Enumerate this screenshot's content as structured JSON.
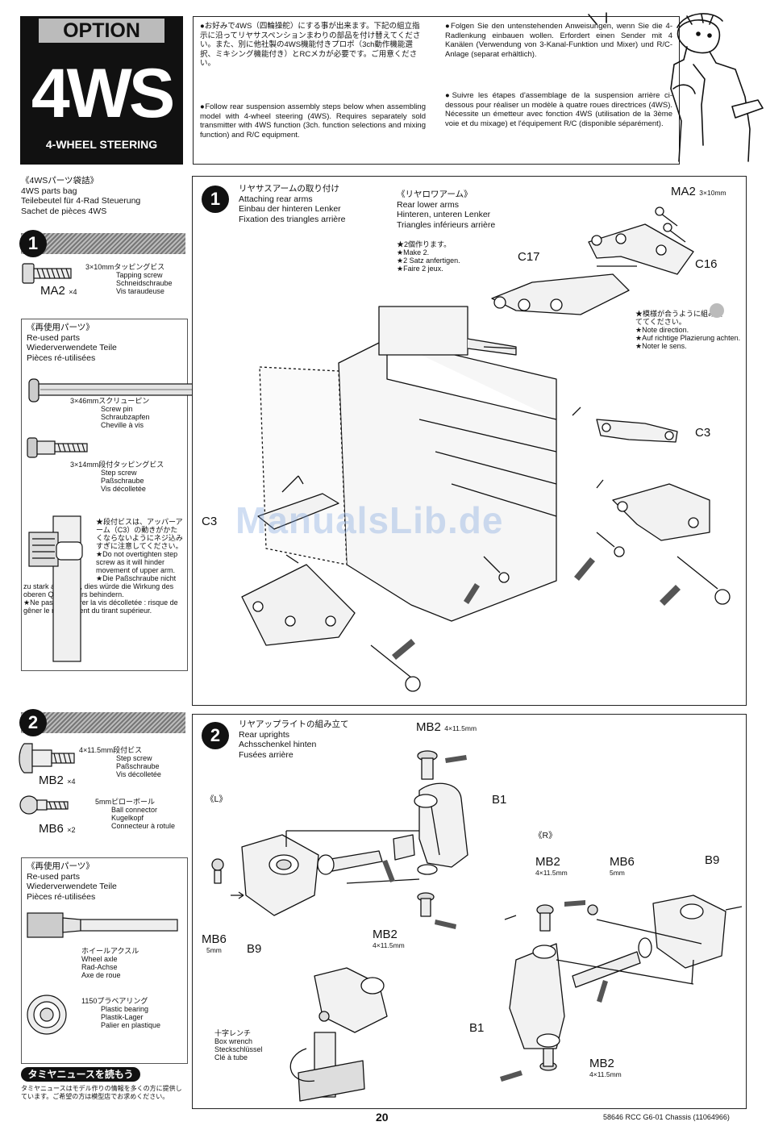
{
  "option_box": {
    "option_label": "OPTION",
    "code": "4WS",
    "subtitle": "4-WHEEL STEERING"
  },
  "intro": {
    "ja": "●お好みで4WS（四輪操舵）にする事が出来ます。下記の組立指示に沿ってリヤサスペンションまわりの部品を付け替えてください。また、別に他社製の4WS機能付きプロポ（3ch動作機能選択、ミキシング機能付き）とRCメカが必要です。ご用意ください。",
    "en": "●Follow rear suspension assembly steps below when assembling model with 4-wheel steering (4WS). Requires separately sold transmitter with 4WS function (3ch. function selections and mixing function) and R/C equipment.",
    "de": "●Folgen Sie den untenstehenden Anweisungen, wenn Sie die 4-Radlenkung einbauen wollen. Erfordert einen Sender mit 4 Kanälen (Verwendung von 3-Kanal-Funktion und Mixer) und R/C-Anlage (separat erhältlich).",
    "fr": "●Suivre les étapes d'assemblage de la suspension arrière ci-dessous pour réaliser un modèle à quatre roues directrices (4WS). Nécessite un émetteur avec fonction 4WS (utilisation de la 3ème voie et du mixage) et l'équipement R/C (disponible séparément)."
  },
  "parts_bag": {
    "ja": "《4WSパーツ袋詰》",
    "en": "4WS parts bag",
    "de": "Teilebeutel für 4-Rad Steuerung",
    "fr": "Sachet de pièces 4WS"
  },
  "sidebar1": {
    "step": "1",
    "ma2": {
      "code": "MA2",
      "qty": "×4",
      "size_ja": "3×10mmタッピングビス",
      "en": "Tapping screw",
      "de": "Schneidschraube",
      "fr": "Vis taraudeuse"
    },
    "reused": {
      "ja": "《再使用パーツ》",
      "en": "Re-used parts",
      "de": "Wiederverwendete Teile",
      "fr": "Pièces ré-utilisées"
    },
    "screw_pin": {
      "size_ja": "3×46mmスクリューピン",
      "en": "Screw pin",
      "de": "Schraubzapfen",
      "fr": "Cheville à vis"
    },
    "step_screw": {
      "size_ja": "3×14mm段付タッピングビス",
      "en": "Step screw",
      "de": "Paßschraube",
      "fr": "Vis décolletée"
    },
    "note_ja": "★段付ビスは、アッパーアーム（C3）の動きがかたくならないようにネジ込みすぎに注意してください。",
    "note_en": "★Do not overtighten step screw as it will hinder movement of upper arm.",
    "note_de": "★Die Paßschraube nicht zu stark anziehen, dies würde die Wirkung des oberen Querlenkors behindern.",
    "note_fr": "★Ne pas trop serrer la vis décolletée : risque de gêner le mouvement du tirant supérieur."
  },
  "sidebar2": {
    "step": "2",
    "mb2": {
      "code": "MB2",
      "qty": "×4",
      "size_ja": "4×11.5mm段付ビス",
      "en": "Step screw",
      "de": "Paßschraube",
      "fr": "Vis décolletée"
    },
    "mb6": {
      "code": "MB6",
      "qty": "×2",
      "size_ja": "5mmピローボール",
      "en": "Ball connector",
      "de": "Kugelkopf",
      "fr": "Connecteur à rotule"
    },
    "reused": {
      "ja": "《再使用パーツ》",
      "en": "Re-used parts",
      "de": "Wiederverwendete Teile",
      "fr": "Pièces ré-utilisées"
    },
    "wheel_axle": {
      "ja": "ホイールアクスル",
      "en": "Wheel axle",
      "de": "Rad-Achse",
      "fr": "Axe de roue"
    },
    "bearing": {
      "ja": "1150プラベアリング",
      "en": "Plastic bearing",
      "de": "Plastik-Lager",
      "fr": "Palier en plastique"
    },
    "news_label": "タミヤニュースを読もう",
    "news_text": "タミヤニュースはモデル作りの情報を多くの方に提供しています。ご希望の方は模型店でお求めください。"
  },
  "step1": {
    "num": "1",
    "ja": "リヤサスアームの取り付け",
    "en": "Attaching rear arms",
    "de": "Einbau der hinteren Lenker",
    "fr": "Fixation des triangles arrière",
    "lower_ja": "《リヤロワアーム》",
    "lower_en": "Rear lower arms",
    "lower_de": "Hinteren, unteren Lenker",
    "lower_fr": "Triangles inférieurs arrière",
    "make_ja": "★2個作ります。",
    "make_en": "★Make 2.",
    "make_de": "★2 Satz anfertigen.",
    "make_fr": "★Faire 2 jeux.",
    "ma2_label": "MA2",
    "ma2_size": "3×10mm",
    "c16": "C16",
    "c17": "C17",
    "c3_right": "C3",
    "c3_left": "C3",
    "dir_ja": "★模様が合うように組み立ててください。",
    "dir_en": "★Note direction.",
    "dir_de": "★Auf richtige Plazierung achten.",
    "dir_fr": "★Noter le sens."
  },
  "step2": {
    "num": "2",
    "ja": "リヤアップライトの組み立て",
    "en": "Rear uprights",
    "de": "Achsschenkel hinten",
    "fr": "Fusées arrière",
    "mb2_top": "MB2",
    "mb2_top_size": "4×11.5mm",
    "b1_top": "B1",
    "left_tag": "《L》",
    "right_tag": "《R》",
    "mb6_left": "MB6",
    "mb6_left_size": "5mm",
    "b9_left": "B9",
    "mb2_mid": "MB2",
    "mb2_mid_size": "4×11.5mm",
    "mb2_r": "MB2",
    "mb2_r_size": "4×11.5mm",
    "mb6_r": "MB6",
    "mb6_r_size": "5mm",
    "b9_r": "B9",
    "b1_r": "B1",
    "mb2_bot": "MB2",
    "mb2_bot_size": "4×11.5mm",
    "wrench_ja": "十字レンチ",
    "wrench_en": "Box wrench",
    "wrench_de": "Steckschlüssel",
    "wrench_fr": "Clé à tube"
  },
  "watermark": "ManualsLib.de",
  "footer": {
    "page": "20",
    "ref": "58646 RCC G6-01 Chassis (11064966)"
  }
}
